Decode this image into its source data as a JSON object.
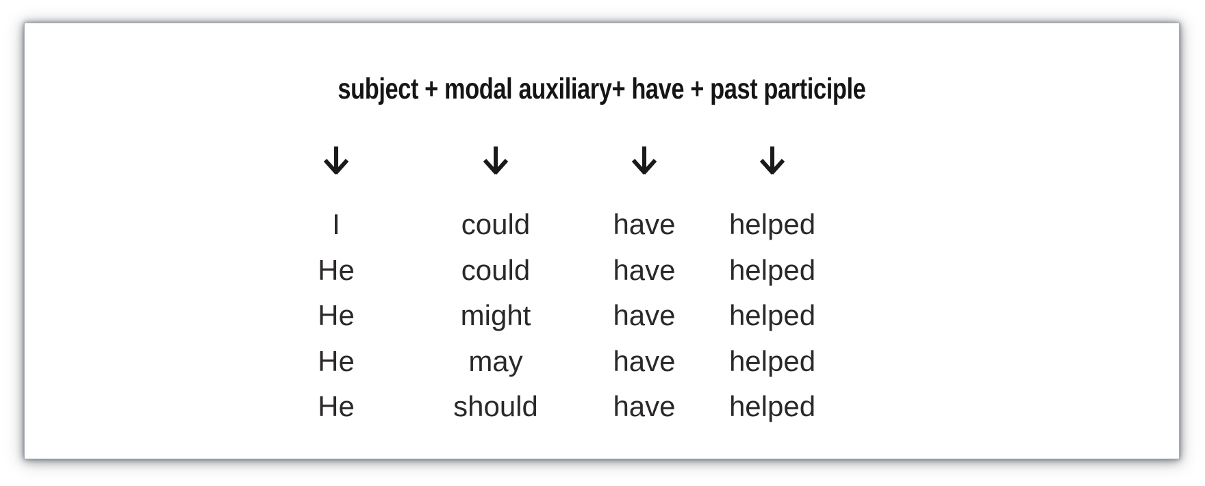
{
  "figure": {
    "title": "subject + modal auxiliary+ have + past participle",
    "arrows": [
      "↓",
      "↓",
      "↓",
      "↓"
    ],
    "rows": [
      [
        "I",
        "could",
        "have",
        "helped"
      ],
      [
        "He",
        "could",
        "have",
        "helped"
      ],
      [
        "He",
        "might",
        "have",
        "helped"
      ],
      [
        "He",
        "may",
        "have",
        "helped"
      ],
      [
        "He",
        "should",
        "have",
        "helped"
      ]
    ],
    "colors": {
      "background": "#ffffff",
      "card_background": "#ffffff",
      "text": "#2b2829",
      "title_text": "#151515",
      "shadow": "#8a9098"
    }
  }
}
